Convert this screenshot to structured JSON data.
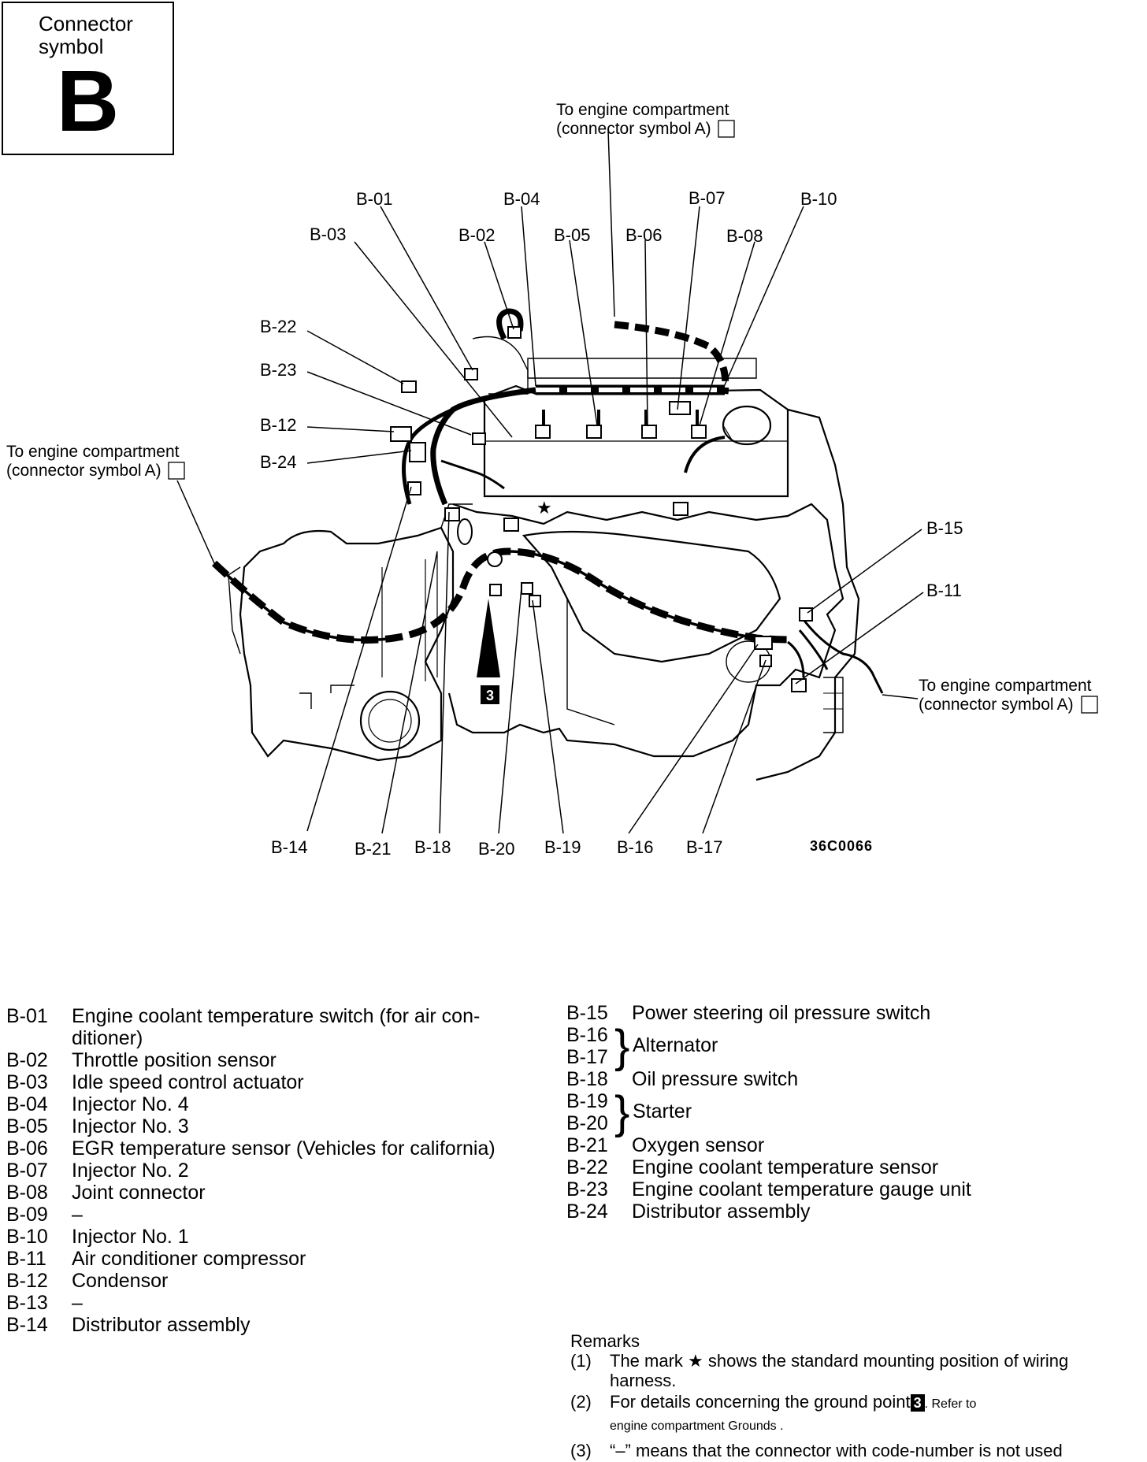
{
  "symbol_box": {
    "caption_line1": "Connector",
    "caption_line2": "symbol",
    "letter": "B"
  },
  "notes": {
    "top": {
      "line1": "To engine compartment",
      "line2": "(connector symbol",
      "boxed": "A",
      "close": ")"
    },
    "left": {
      "line1": "To engine compartment",
      "line2": "(connector symbol",
      "boxed": "A",
      "close": ")"
    },
    "right": {
      "line1": "To engine compartment",
      "line2": "(connector symbol",
      "boxed": "A",
      "close": ")"
    }
  },
  "diagram_code": "36C0066",
  "ground_point": "3",
  "callouts": [
    "B-01",
    "B-02",
    "B-03",
    "B-04",
    "B-05",
    "B-06",
    "B-07",
    "B-08",
    "B-10",
    "B-11",
    "B-12",
    "B-14",
    "B-15",
    "B-16",
    "B-17",
    "B-18",
    "B-19",
    "B-20",
    "B-21",
    "B-22",
    "B-23",
    "B-24"
  ],
  "legend_left": [
    {
      "code": "B-01",
      "text": "Engine coolant temperature switch (for air con-"
    },
    {
      "code": "",
      "text": "ditioner)"
    },
    {
      "code": "B-02",
      "text": "Throttle position sensor"
    },
    {
      "code": "B-03",
      "text": "Idle speed control actuator"
    },
    {
      "code": "B-04",
      "text": "Injector No. 4"
    },
    {
      "code": "B-05",
      "text": "Injector No. 3"
    },
    {
      "code": "B-06",
      "text": "EGR temperature sensor (Vehicles for california)"
    },
    {
      "code": "B-07",
      "text": "Injector No. 2"
    },
    {
      "code": "B-08",
      "text": "Joint connector"
    },
    {
      "code": "B-09",
      "text": "–"
    },
    {
      "code": "B-10",
      "text": "Injector No. 1"
    },
    {
      "code": "B-11",
      "text": "Air conditioner compressor"
    },
    {
      "code": "B-12",
      "text": "Condensor"
    },
    {
      "code": "B-13",
      "text": "–"
    },
    {
      "code": "B-14",
      "text": "Distributor assembly"
    }
  ],
  "legend_right": [
    {
      "code": "B-15",
      "text": "Power steering oil pressure switch"
    },
    {
      "code": "B-16",
      "text": ""
    },
    {
      "code": "B-17",
      "text": ""
    },
    {
      "code": "B-18",
      "text": "Oil pressure switch"
    },
    {
      "code": "B-19",
      "text": ""
    },
    {
      "code": "B-20",
      "text": ""
    },
    {
      "code": "B-21",
      "text": "Oxygen sensor"
    },
    {
      "code": "B-22",
      "text": "Engine coolant temperature sensor"
    },
    {
      "code": "B-23",
      "text": "Engine coolant temperature gauge unit"
    },
    {
      "code": "B-24",
      "text": "Distributor assembly"
    }
  ],
  "brace_labels": {
    "b16_17": "Alternator",
    "b19_20": "Starter"
  },
  "remarks": {
    "title": "Remarks",
    "items": [
      {
        "num": "(1)",
        "text_a": "The mark",
        "star": "★",
        "text_b": "shows the standard mounting position of wiring harness."
      },
      {
        "num": "(2)",
        "text_a": "For details concerning the ground point",
        "ground": "3",
        "text_b": ". Refer to",
        "small": "engine compartment Grounds ."
      },
      {
        "num": "(3)",
        "text_a": "“–” means that the connector with code-number is not used",
        "text_b": ""
      }
    ]
  }
}
